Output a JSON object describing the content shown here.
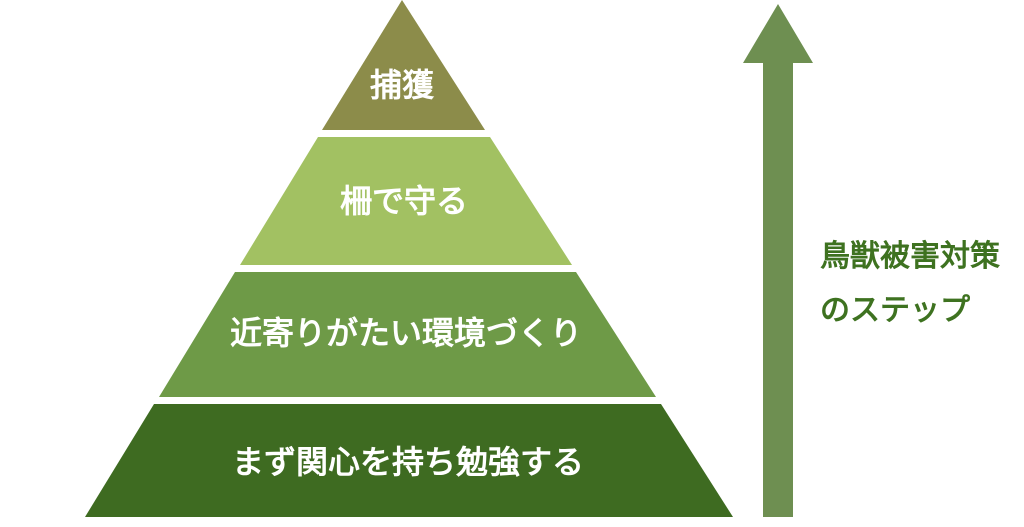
{
  "diagram": {
    "type": "pyramid-steps",
    "background": "#ffffff"
  },
  "pyramid": {
    "text_color": "#ffffff",
    "levels": [
      {
        "label": "捕獲",
        "color": "#8c8c4a"
      },
      {
        "label": "柵で守る",
        "color": "#a2c162"
      },
      {
        "label": "近寄りがたい環境づくり",
        "color": "#6e9a47"
      },
      {
        "label": "まず関心を持ち勉強する",
        "color": "#3e6b21"
      }
    ]
  },
  "arrow": {
    "direction": "up",
    "color": "#6e8f51"
  },
  "side_title": {
    "line1": "鳥獣被害対策",
    "line2": "のステップ",
    "color": "#3e7220"
  }
}
